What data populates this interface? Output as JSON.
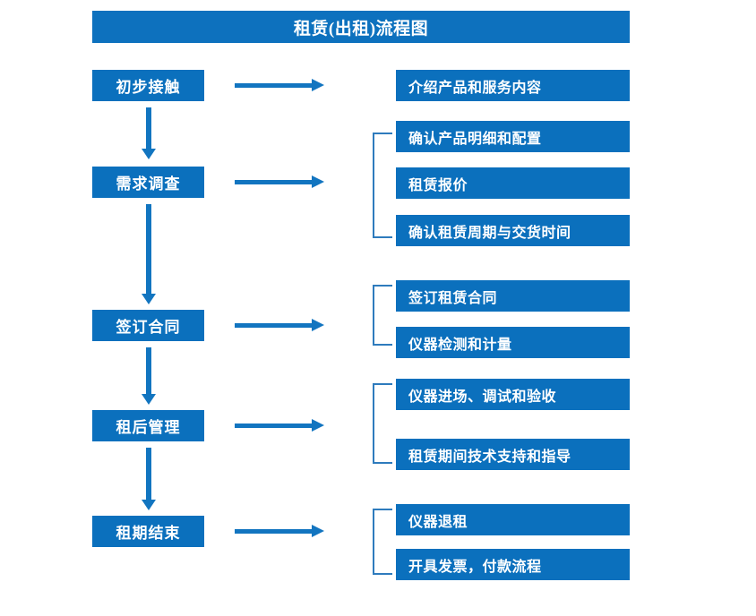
{
  "title": "租赁(出租)流程图",
  "theme": {
    "title_bar_color": "#0d71be",
    "box_color": "#0b70bd",
    "arrow_color": "#1275c0",
    "bracket_color": "#2e7bbd",
    "text_color": "#ffffff",
    "background_color": "#ffffff"
  },
  "stages": [
    {
      "label": "初步接触"
    },
    {
      "label": "需求调查"
    },
    {
      "label": "签订合同"
    },
    {
      "label": "租后管理"
    },
    {
      "label": "租期结束"
    }
  ],
  "details": [
    {
      "label": "介绍产品和服务内容"
    },
    {
      "label": "确认产品明细和配置"
    },
    {
      "label": "租赁报价"
    },
    {
      "label": "确认租赁周期与交货时间"
    },
    {
      "label": "签订租赁合同"
    },
    {
      "label": "仪器检测和计量"
    },
    {
      "label": "仪器进场、调试和验收"
    },
    {
      "label": "租赁期间技术支持和指导"
    },
    {
      "label": "仪器退租"
    },
    {
      "label": "开具发票，付款流程"
    }
  ]
}
